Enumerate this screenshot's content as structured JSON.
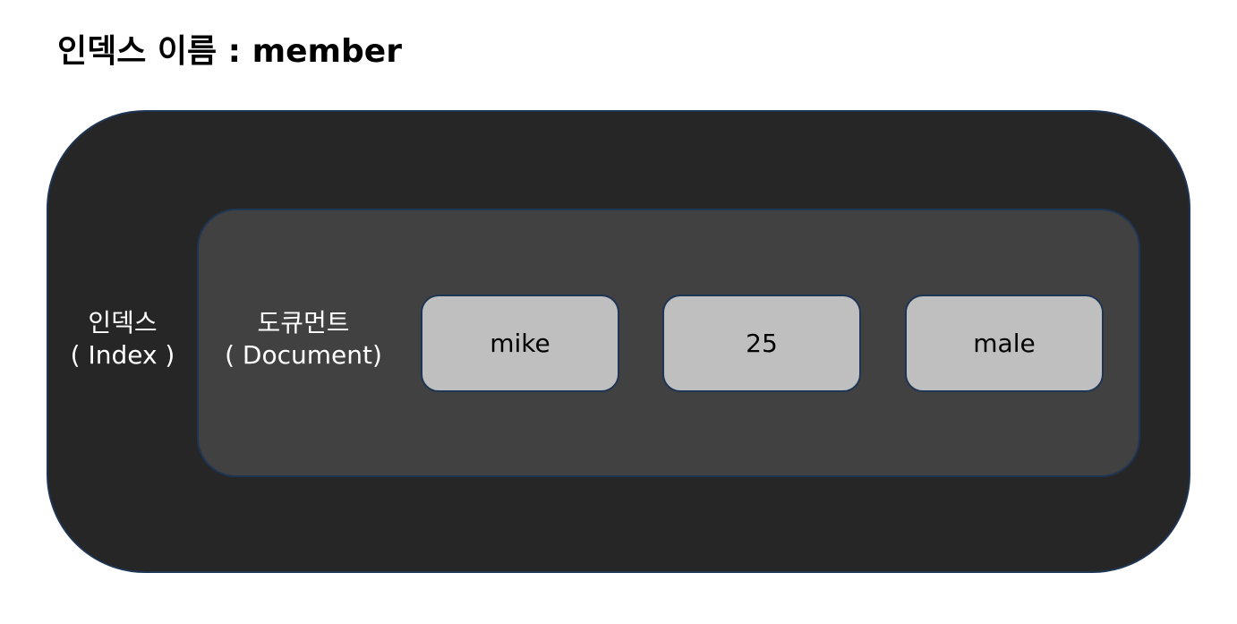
{
  "title": "인덱스 이름 : member",
  "index": {
    "label_line1": "인덱스",
    "label_line2": "( Index )"
  },
  "document": {
    "label_line1": "도큐먼트",
    "label_line2": "( Document)"
  },
  "fields": [
    "mike",
    "25",
    "male"
  ],
  "colors": {
    "index_bg": "#262626",
    "document_bg": "#414141",
    "field_bg": "#bfbfbf",
    "border": "#1f3554"
  }
}
